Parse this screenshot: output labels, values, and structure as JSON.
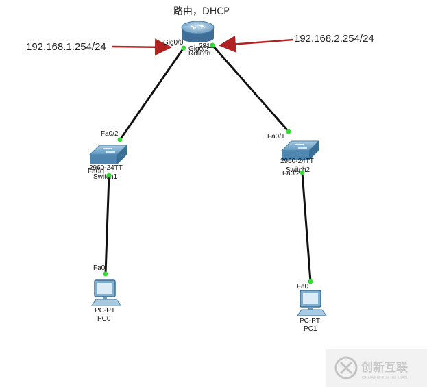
{
  "diagram": {
    "title": "路由，DHCP",
    "left_subnet": "192.168.1.254/24",
    "right_subnet": "192.168.2.254/24",
    "colors": {
      "link": "#111111",
      "port_dot": "#33dd33",
      "arrow": "#b22222",
      "device": "#6fa3c8"
    },
    "router": {
      "model": "2811",
      "name": "Router0",
      "port_left": "Gig0/0",
      "port_right": "Gig0/2"
    },
    "switch1": {
      "model": "2960-24TT",
      "name": "Switch1",
      "port_up": "Fa0/2",
      "port_down": "Fa0/1"
    },
    "switch2": {
      "model": "2960-24TT",
      "name": "Switch2",
      "port_up": "Fa0/1",
      "port_down": "Fa0/2"
    },
    "pc0": {
      "type": "PC-PT",
      "name": "PC0",
      "port": "Fa0"
    },
    "pc1": {
      "type": "PC-PT",
      "name": "PC1",
      "port": "Fa0"
    }
  },
  "watermark": {
    "text": "创新互联",
    "sub": "CHUANG XIN HU LIAN",
    "icon": "logo-x-icon"
  }
}
